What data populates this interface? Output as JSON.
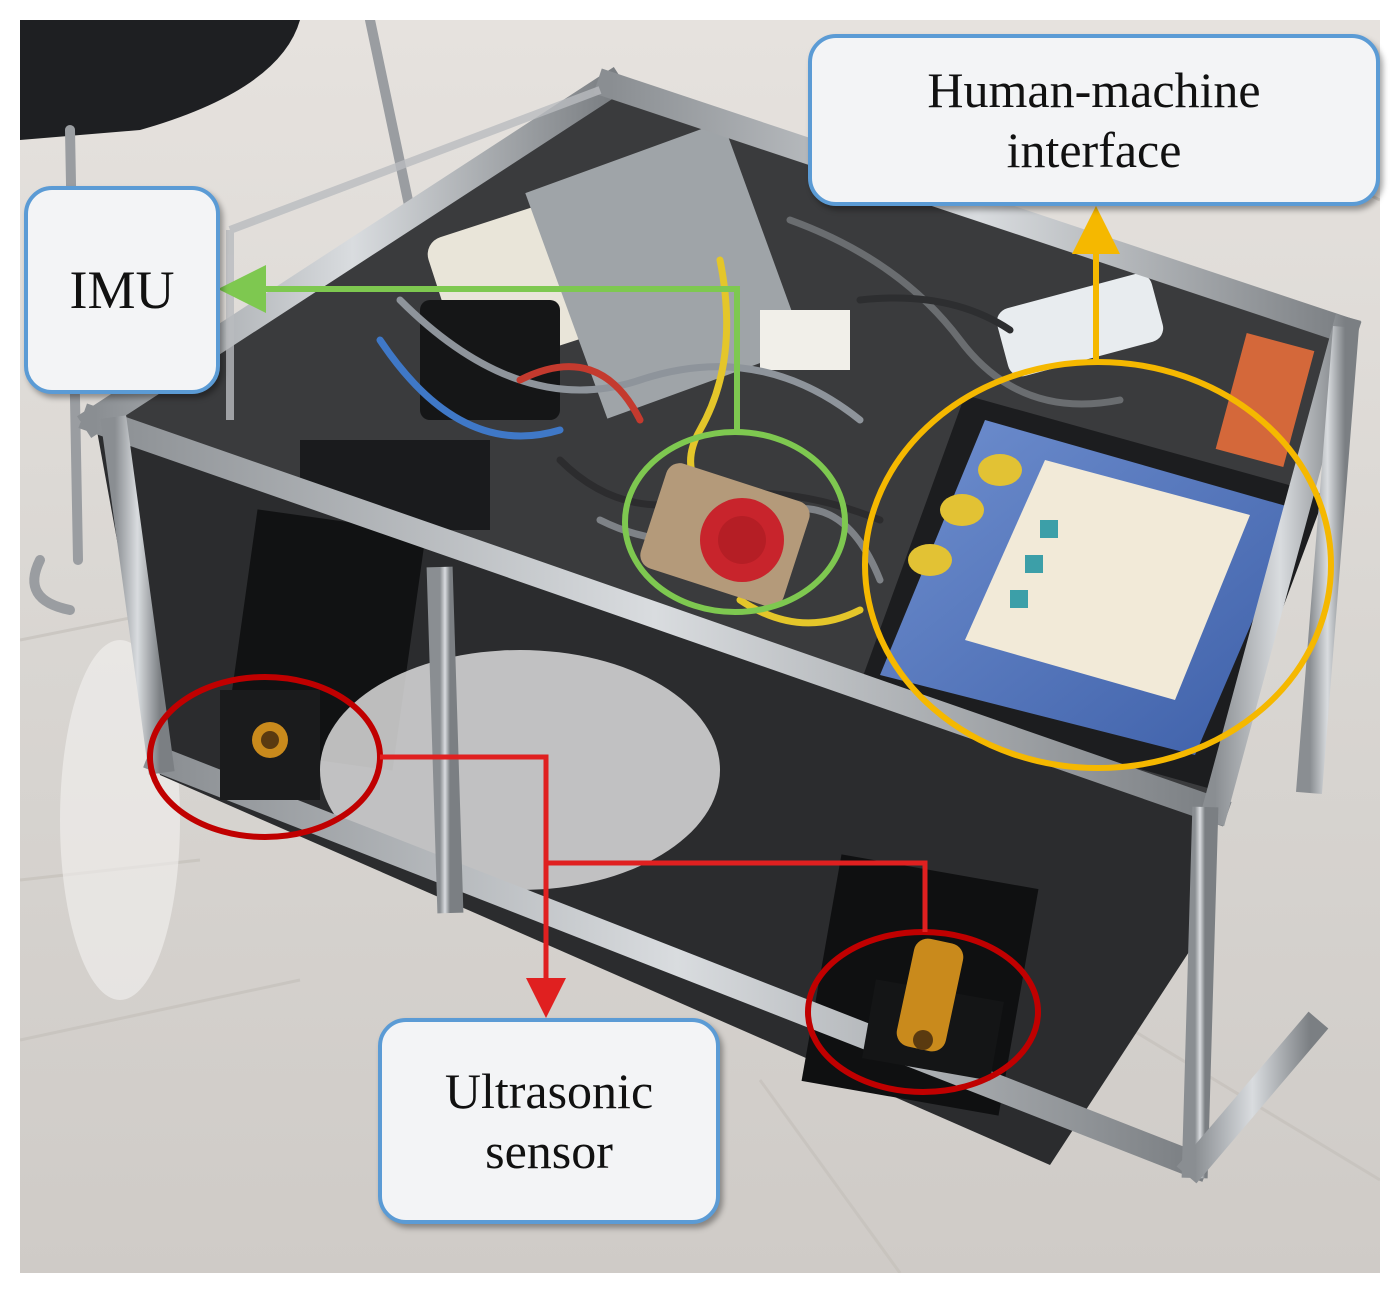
{
  "labels": {
    "imu": "IMU",
    "hmi_line1": "Human-machine",
    "hmi_line2": "interface",
    "us_line1": "Ultrasonic",
    "us_line2": "sensor"
  },
  "colors": {
    "imu_marker": "#7ec850",
    "hmi_marker": "#f5b800",
    "sensor_marker": "#c00000",
    "sensor_arrow": "#e02020",
    "callout_border": "#5b9bd5",
    "callout_fill": "#f3f4f6"
  }
}
